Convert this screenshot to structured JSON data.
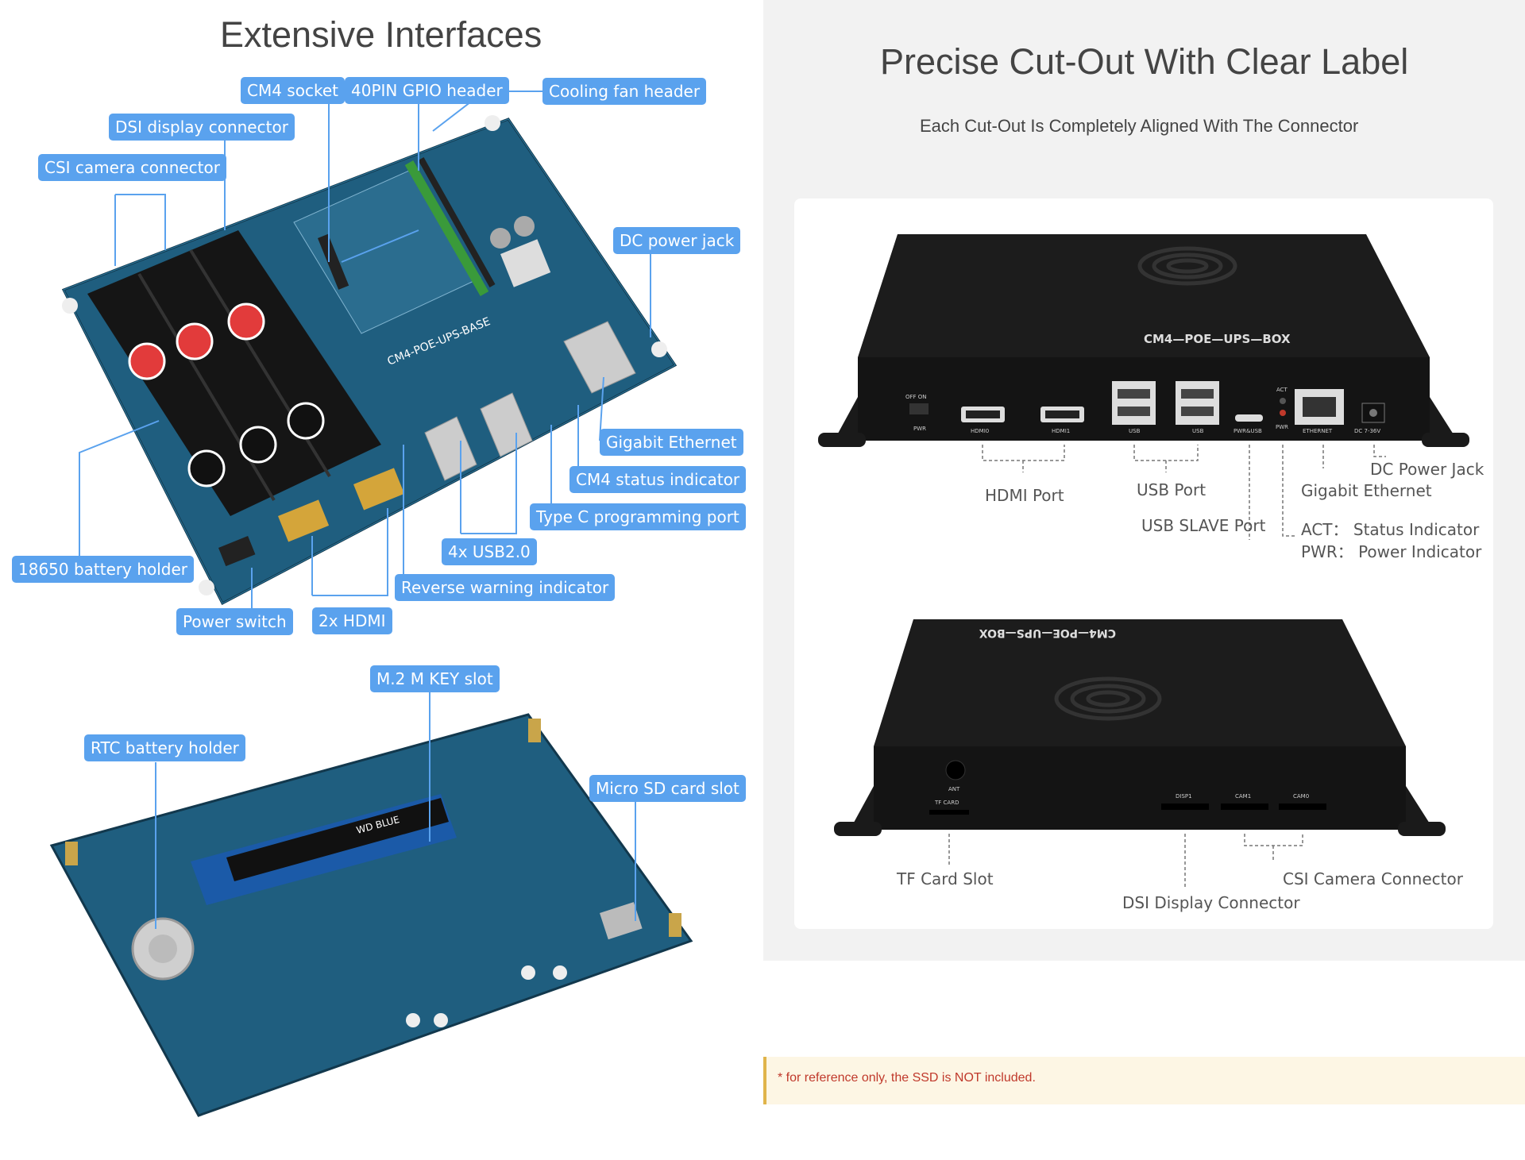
{
  "left": {
    "title": "Extensive Interfaces",
    "top_board_labels": {
      "cm4_socket": "CM4 socket",
      "gpio_header": "40PIN GPIO header",
      "cooling_fan": "Cooling fan header",
      "dsi_display": "DSI display connector",
      "csi_camera": "CSI camera connector",
      "dc_power_jack": "DC power jack",
      "gigabit_ethernet": "Gigabit Ethernet",
      "cm4_status": "CM4 status indicator",
      "type_c": "Type C programming port",
      "usb": "4x USB2.0",
      "reverse_warning": "Reverse warning indicator",
      "battery_holder": "18650 battery holder",
      "power_switch": "Power switch",
      "hdmi": "2x HDMI"
    },
    "board_silkscreen": "CM4-POE-UPS-BASE",
    "bottom_board_labels": {
      "m2_slot": "M.2 M KEY slot",
      "rtc_battery": "RTC battery holder",
      "micro_sd": "Micro SD card slot"
    },
    "ssd_label": "WD BLUE"
  },
  "right": {
    "title": "Precise Cut-Out With Clear Label",
    "subtitle": "Each Cut-Out Is Completely Aligned With The Connector",
    "box_name": "CM4—POE—UPS—BOX",
    "front_silk": {
      "off_on": "OFF   ON",
      "pwr": "PWR",
      "hdmi0": "HDMI0",
      "hdmi1": "HDMI1",
      "usb_a": "USB",
      "usb_b": "USB",
      "pwr_usb": "PWR&USB",
      "act": "ACT",
      "pwr_led": "PWR",
      "ethernet": "ETHERNET",
      "dc": "DC 7-36V"
    },
    "front_labels": {
      "hdmi_port": "HDMI Port",
      "usb_port": "USB Port",
      "usb_slave": "USB SLAVE Port",
      "dc_power_jack": "DC Power Jack",
      "gigabit_ethernet": "Gigabit Ethernet",
      "act": "ACT： Status Indicator",
      "pwr": "PWR： Power Indicator"
    },
    "back_silk": {
      "ant": "ANT",
      "tf_card": "TF CARD",
      "disp1": "DISP1",
      "cam1": "CAM1",
      "cam0": "CAM0"
    },
    "back_labels": {
      "tf_card_slot": "TF Card Slot",
      "csi_camera": "CSI Camera Connector",
      "dsi_display": "DSI Display Connector"
    }
  },
  "note": "* for reference only, the SSD is NOT included.",
  "colors": {
    "tag_blue": "#5aa2ee",
    "pcb": "#1f5e7f",
    "case": "#1e1e1e",
    "note_text": "#c0392b"
  }
}
